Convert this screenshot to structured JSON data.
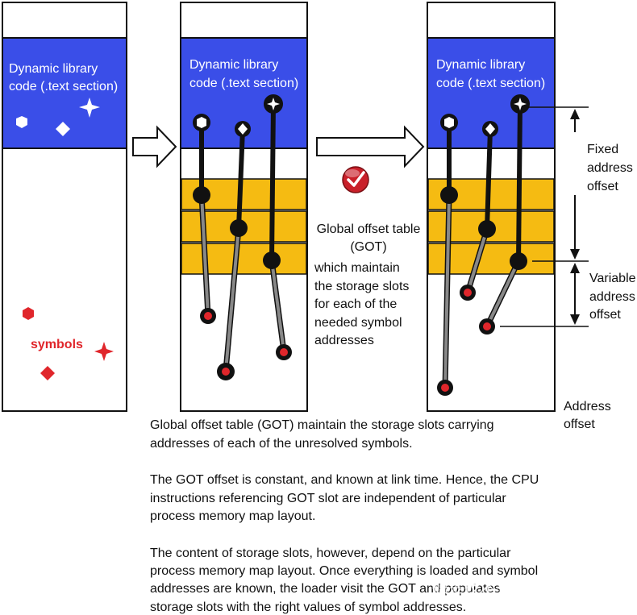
{
  "diagram": {
    "library_label": [
      "Dynamic library",
      "code (.text section)"
    ],
    "symbols_label": "symbols",
    "got_annotation": [
      "Global offset table",
      "(GOT)",
      "which maintain",
      "the storage slots",
      "for each of the",
      "needed symbol",
      "addresses"
    ],
    "fixed_offset_label": [
      "Fixed",
      "address",
      "offset"
    ],
    "variable_offset_label": [
      "Variable",
      "address",
      "offset"
    ],
    "address_offset_label": [
      "Address",
      "offset"
    ],
    "body_text": [
      "Global offset table (GOT) maintain the storage slots carrying",
      "addresses of each of the unresolved symbols.",
      "",
      "The GOT offset is constant, and known at link time. Hence, the CPU",
      "instructions referencing GOT slot are independent of particular",
      "process memory map layout.",
      "",
      "The content of storage slots, however, depend on the particular",
      "process memory map layout. Once everything is loaded and symbol",
      "addresses are known, the loader visit the GOT and populates",
      "storage slots with the right values of symbol addresses."
    ],
    "watermark": "掘金技术社区 @ 布客飞龙",
    "colors": {
      "library_block": "#3a4ee8",
      "got_slot": "#f5bb12",
      "symbol": "#e0262b",
      "pointer_line": "#888888",
      "connector_dot": "#111111"
    }
  }
}
